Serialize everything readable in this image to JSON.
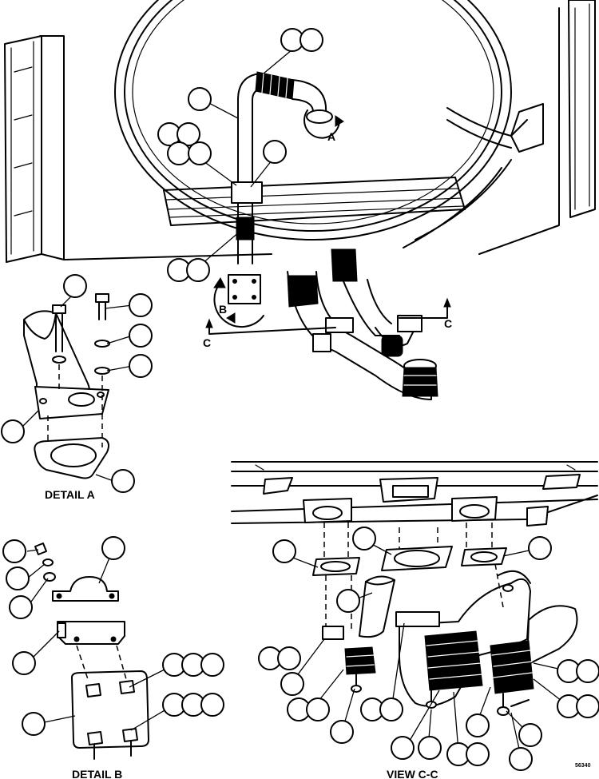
{
  "captions": {
    "detail_a": "DETAIL A",
    "detail_b": "DETAIL B",
    "view_cc": "VIEW C-C"
  },
  "view_markers": {
    "a": "A",
    "b": "B",
    "c_left": "C",
    "c_right": "C"
  },
  "figure_number": "56340",
  "callouts": [
    "",
    "",
    "",
    "",
    "",
    "",
    "",
    "",
    "",
    "",
    "",
    "",
    "",
    "",
    "",
    "",
    "",
    "",
    "",
    "",
    "",
    "",
    "",
    "",
    "",
    "",
    "",
    "",
    "",
    "",
    "",
    "",
    "",
    "",
    "",
    "",
    "",
    "",
    "",
    "",
    "",
    "",
    "",
    "",
    "",
    "",
    "",
    "",
    "",
    "",
    "",
    ""
  ]
}
